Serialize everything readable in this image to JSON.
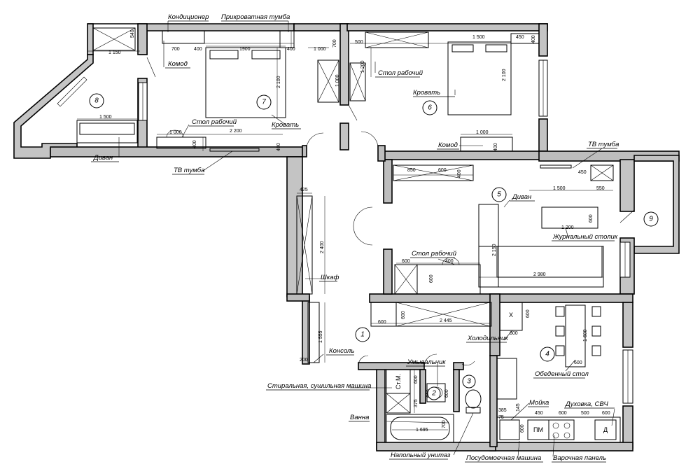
{
  "labels": {
    "air_conditioner": "Кондиционер",
    "nightstand": "Прикроватная тумба",
    "dresser_1": "Комод",
    "dresser_2": "Комод",
    "desk_1": "Стол рабочий",
    "desk_2": "Стол рабочий",
    "desk_3": "Стол рабочий",
    "bed_1": "Кровать",
    "bed_2": "Кровать",
    "sofa_1": "Диван",
    "sofa_2": "Диван",
    "tv_stand_1": "ТВ тумба",
    "tv_stand_2": "ТВ тумба",
    "coffee_table": "Журнальный столик",
    "wardrobe": "Шкаф",
    "console": "Консоль",
    "fridge": "Холодильник",
    "dining_table": "Обеденный стол",
    "washbasin": "Умывальник",
    "washer_dryer": "Стиральная, сушильная машина",
    "bathtub": "Ванна",
    "toilet": "Напольный унитаз",
    "dishwasher": "Посудомоечная машина",
    "hob": "Варочная панель",
    "sink": "Мойка",
    "oven": "Духовка, СВЧ"
  },
  "appliance_marks": {
    "washer": "Ст.М.",
    "dishwasher": "ПМ",
    "oven": "Д",
    "fridge": "X"
  },
  "rooms": [
    "1",
    "2",
    "3",
    "4",
    "5",
    "6",
    "7",
    "8",
    "9"
  ],
  "dimensions": {
    "d540": "540",
    "d1150": "1 150",
    "d700a": "700",
    "d400a": "400",
    "d1900": "1900",
    "d400b": "400",
    "d1000a": "1 000",
    "d700b": "700",
    "d500": "500",
    "d1500a": "1 500",
    "d450a": "450",
    "d400c": "400",
    "d1200a": "1 200",
    "d2100a": "2 100",
    "d1000b": "1 000",
    "d1500b": "1 500",
    "d1000c": "1 000",
    "d2200": "2 200",
    "d400d": "400",
    "d400e": "400",
    "d2100b": "2 100",
    "d1000d": "1 000",
    "d400f": "400",
    "d425": "425",
    "d2400": "2 400",
    "d850": "850",
    "d600a": "600",
    "d400g": "400",
    "d450b": "450",
    "d1500c": "1 500",
    "d550": "550",
    "d1200b": "1 200",
    "d600b": "600",
    "d2980": "2 980",
    "d2150": "2 150",
    "d600c": "600",
    "d400h": "400",
    "d600d": "600",
    "d600e": "600",
    "d600f": "600",
    "d2445": "2 445",
    "d600g": "600",
    "d1555": "1 555",
    "d200": "200",
    "d1600": "1 600",
    "d600h": "600",
    "d600i": "600",
    "d600j": "600",
    "d375": "375",
    "d600k": "600",
    "d1695": "1 695",
    "d700c": "700",
    "d385": "385",
    "d450c": "450",
    "d600l": "600",
    "d500b": "500",
    "d600m": "600",
    "d145": "145",
    "d75": "75",
    "d600n": "600",
    "d600o": "600"
  }
}
